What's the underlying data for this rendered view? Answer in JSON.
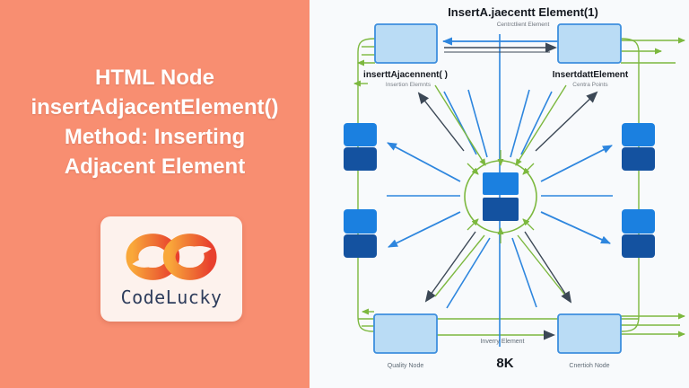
{
  "left_panel": {
    "title_lines": [
      "HTML Node",
      "insertAdjacentElement()",
      "Method: Inserting",
      "Adjacent Element"
    ],
    "brand": "CodeLucky",
    "logo_icon": "infinity-loop-icon"
  },
  "diagram": {
    "title": "InsertA.jaecentt Element(1)",
    "subtitle": "Centrctlient Element",
    "top_left_node": {
      "label": "inserttAjacennent( )",
      "sublabel": "Insertion Elemnts"
    },
    "top_right_node": {
      "label": "InsertdattElement",
      "sublabel": "Centra Points"
    },
    "bottom_left_node": {
      "label": "Quality Node"
    },
    "bottom_right_node": {
      "label": "Cnertioh Node"
    },
    "center_bottom_label": "Inverry Element",
    "resolution_badge": "8K"
  },
  "colors": {
    "salmon_bg": "#F88E71",
    "card_bg": "#FDF2ED",
    "brand_navy": "#2E3D5C",
    "logo_orange": "#F9A83A",
    "logo_red": "#E8402E",
    "node_fill_light": "#BADCF5",
    "node_border_blue": "#3E8FDE",
    "block_blue_bright": "#1B80E0",
    "block_blue_dark": "#1452A0",
    "arrow_blue": "#2E86DE",
    "arrow_dark": "#3C4856",
    "line_green": "#7CB83E",
    "right_bg": "#F8FAFC"
  }
}
